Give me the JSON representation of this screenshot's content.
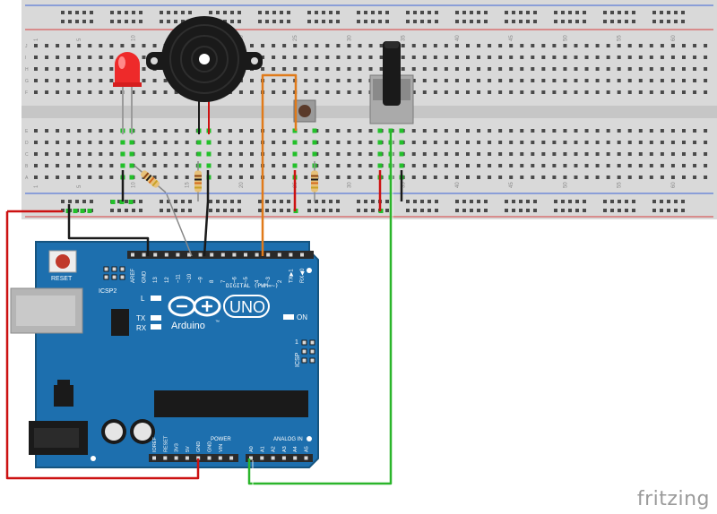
{
  "watermark": "fritzing",
  "board": {
    "logo_text": "Arduino",
    "logo_tm": "™",
    "model": "UNO",
    "reset_label": "RESET",
    "icsp2_label": "ICSP2",
    "icsp_label": "ICSP",
    "icsp_pin1": "1",
    "led_l": "L",
    "led_tx": "TX",
    "led_rx": "RX",
    "led_on": "ON",
    "digital_header_label": "DIGITAL (PWM=~)",
    "power_header_label": "POWER",
    "analog_header_label": "ANALOG IN",
    "digital_pins": [
      "AREF",
      "GND",
      "13",
      "12",
      "~11",
      "~10",
      "~9",
      "8",
      "7",
      "~6",
      "~5",
      "4",
      "~3",
      "2",
      "TX▶1",
      "RX◀0"
    ],
    "power_pins": [
      "IOREF",
      "RESET",
      "3V3",
      "5V",
      "GND",
      "GND",
      "VIN"
    ],
    "analog_pins": [
      "A0",
      "A1",
      "A2",
      "A3",
      "A4",
      "A5"
    ]
  },
  "breadboard": {
    "column_numbers": [
      "1",
      "5",
      "10",
      "15",
      "20",
      "25",
      "30",
      "35",
      "40",
      "45",
      "50",
      "55",
      "60"
    ],
    "row_letters_top": [
      "J",
      "I",
      "H",
      "G",
      "F"
    ],
    "row_letters_bottom": [
      "E",
      "D",
      "C",
      "B",
      "A"
    ]
  },
  "wires": {
    "power": "#cc1111",
    "ground": "#1a1a1a",
    "signal_button": "#e07a1a",
    "signal_pot": "#2bb52b",
    "buzzer_lead": "#888888"
  }
}
